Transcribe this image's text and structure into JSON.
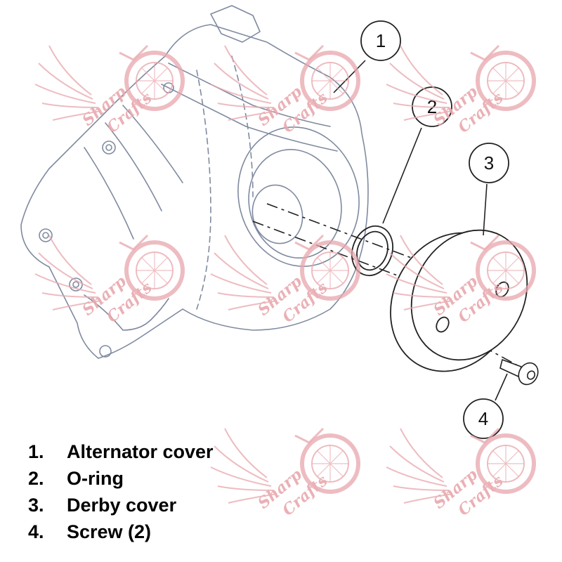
{
  "callouts": [
    "1",
    "2",
    "3",
    "4"
  ],
  "legend": [
    {
      "num": "1.",
      "label": "Alternator cover"
    },
    {
      "num": "2.",
      "label": "O-ring"
    },
    {
      "num": "3.",
      "label": "Derby cover"
    },
    {
      "num": "4.",
      "label": "Screw (2)"
    }
  ],
  "watermark": {
    "line1": "Sharp",
    "line2": "Crafts"
  },
  "colors": {
    "drawing_line": "#7f8aa0",
    "watermark": "#e8a7ad",
    "text": "#000000"
  }
}
